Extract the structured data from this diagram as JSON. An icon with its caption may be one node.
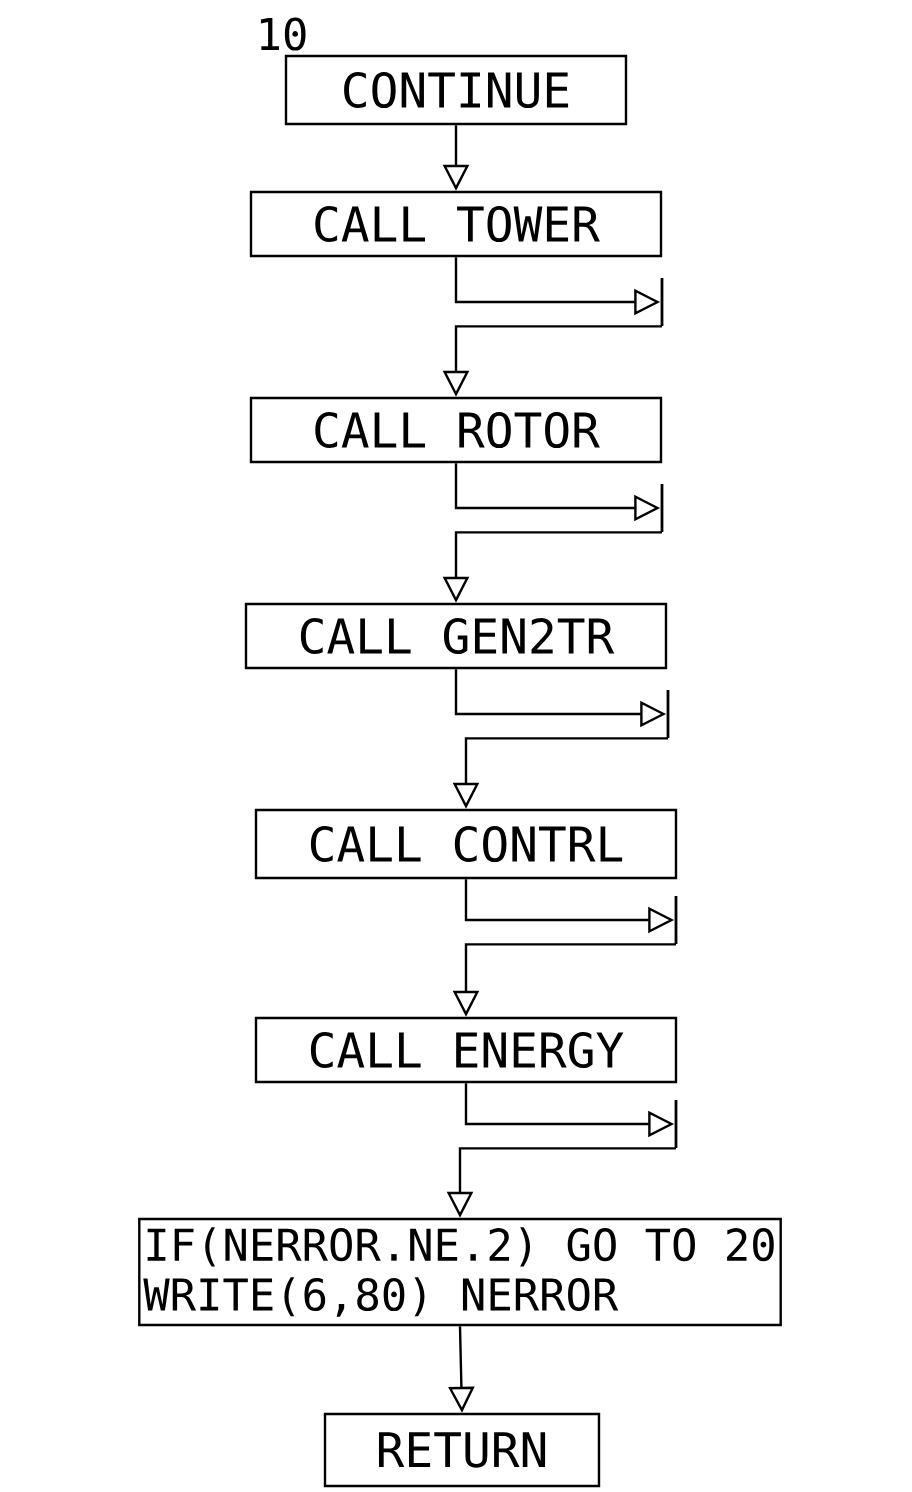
{
  "diagram": {
    "nodes": [
      {
        "text": [
          "CONTINUE"
        ]
      },
      {
        "text": [
          "CALL TOWER"
        ]
      },
      {
        "text": [],
        "shape": "bar"
      },
      {
        "text": [
          "CALL ROTOR"
        ]
      },
      {
        "text": [],
        "shape": "bar"
      },
      {
        "text": [
          "CALL GEN2TR"
        ]
      },
      {
        "text": [],
        "shape": "bar"
      },
      {
        "text": [
          "CALL CONTRL"
        ]
      },
      {
        "text": [],
        "shape": "bar"
      },
      {
        "text": [
          "CALL ENERGY"
        ]
      },
      {
        "text": [],
        "shape": "bar"
      },
      {
        "text": [
          "IF(NERROR.NE.2) GO TO 20",
          "WRITE(6,80) NERROR"
        ]
      },
      {
        "text": [
          "RETURN"
        ]
      }
    ],
    "edges": [
      {
        "from": 0,
        "to": 1,
        "arrow": "to"
      },
      {
        "from": 1,
        "to": 2,
        "arrow": "to"
      },
      {
        "from": 2,
        "to": 3,
        "arrow": "to"
      },
      {
        "from": 3,
        "to": 4,
        "arrow": "to"
      },
      {
        "from": 4,
        "to": 5,
        "arrow": "to"
      },
      {
        "from": 5,
        "to": 6,
        "arrow": "to"
      },
      {
        "from": 6,
        "to": 7,
        "arrow": "to"
      },
      {
        "from": 7,
        "to": 8,
        "arrow": "to"
      },
      {
        "from": 8,
        "to": 9,
        "arrow": "to"
      },
      {
        "from": 9,
        "to": 10,
        "arrow": "to"
      },
      {
        "from": 10,
        "to": 11,
        "arrow": "to"
      },
      {
        "from": 11,
        "to": 12,
        "arrow": "to"
      }
    ],
    "labels": [
      "10"
    ]
  }
}
